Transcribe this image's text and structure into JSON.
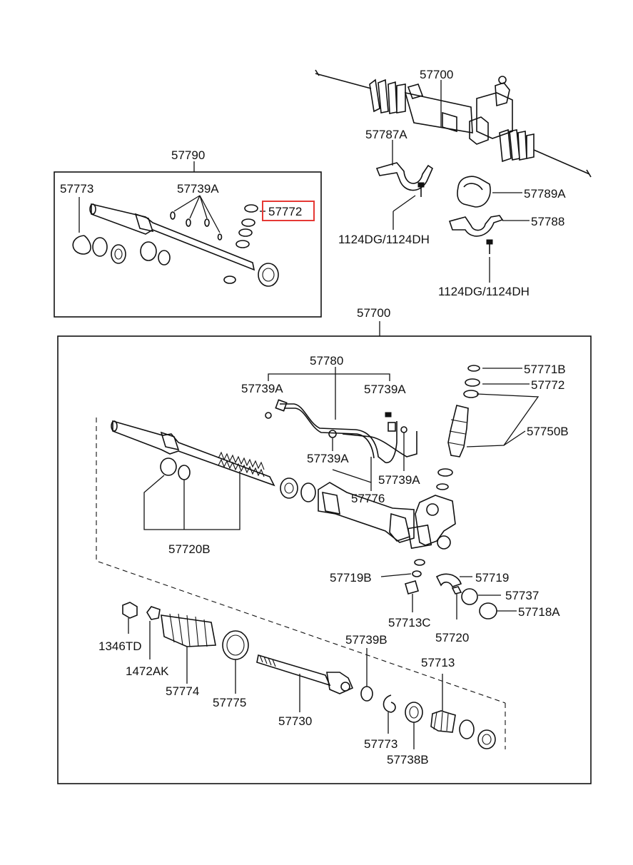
{
  "highlight_color": "#e53935",
  "highlighted_part": "57772",
  "labels": {
    "top_assembly": "57700",
    "main_assembly": "57700",
    "rack_kit": "57790",
    "snap_ring_top": "57773",
    "o_ring_kit_top": "57739A",
    "seal_top_highlight": "57772",
    "bracket_a": "57787A",
    "bolt_a": "1124DG/1124DH",
    "bushing": "57789A",
    "bracket": "57788",
    "bolt_b": "1124DG/1124DH",
    "tube_set": "57780",
    "o_ring_1": "57739A",
    "o_ring_2": "57739A",
    "o_ring_3": "57739A",
    "o_ring_4": "57739A",
    "tube_assy": "57776",
    "seal_1771b": "57771B",
    "seal_mid": "57772",
    "valve_seal": "57750B",
    "rack_seal": "57720B",
    "seal_19b": "57719B",
    "seal_19": "57719",
    "yoke": "57737",
    "yoke_plug": "57718A",
    "spring": "57713C",
    "yoke_spring": "57720",
    "clamp_nut": "1346TD",
    "clip": "1472AK",
    "bellows": "57774",
    "band": "57775",
    "tie_rod_seal": "57739B",
    "tie_rod": "57730",
    "snap_ring_low": "57773",
    "bushing_low": "57738B",
    "rack_bushing": "57713"
  }
}
